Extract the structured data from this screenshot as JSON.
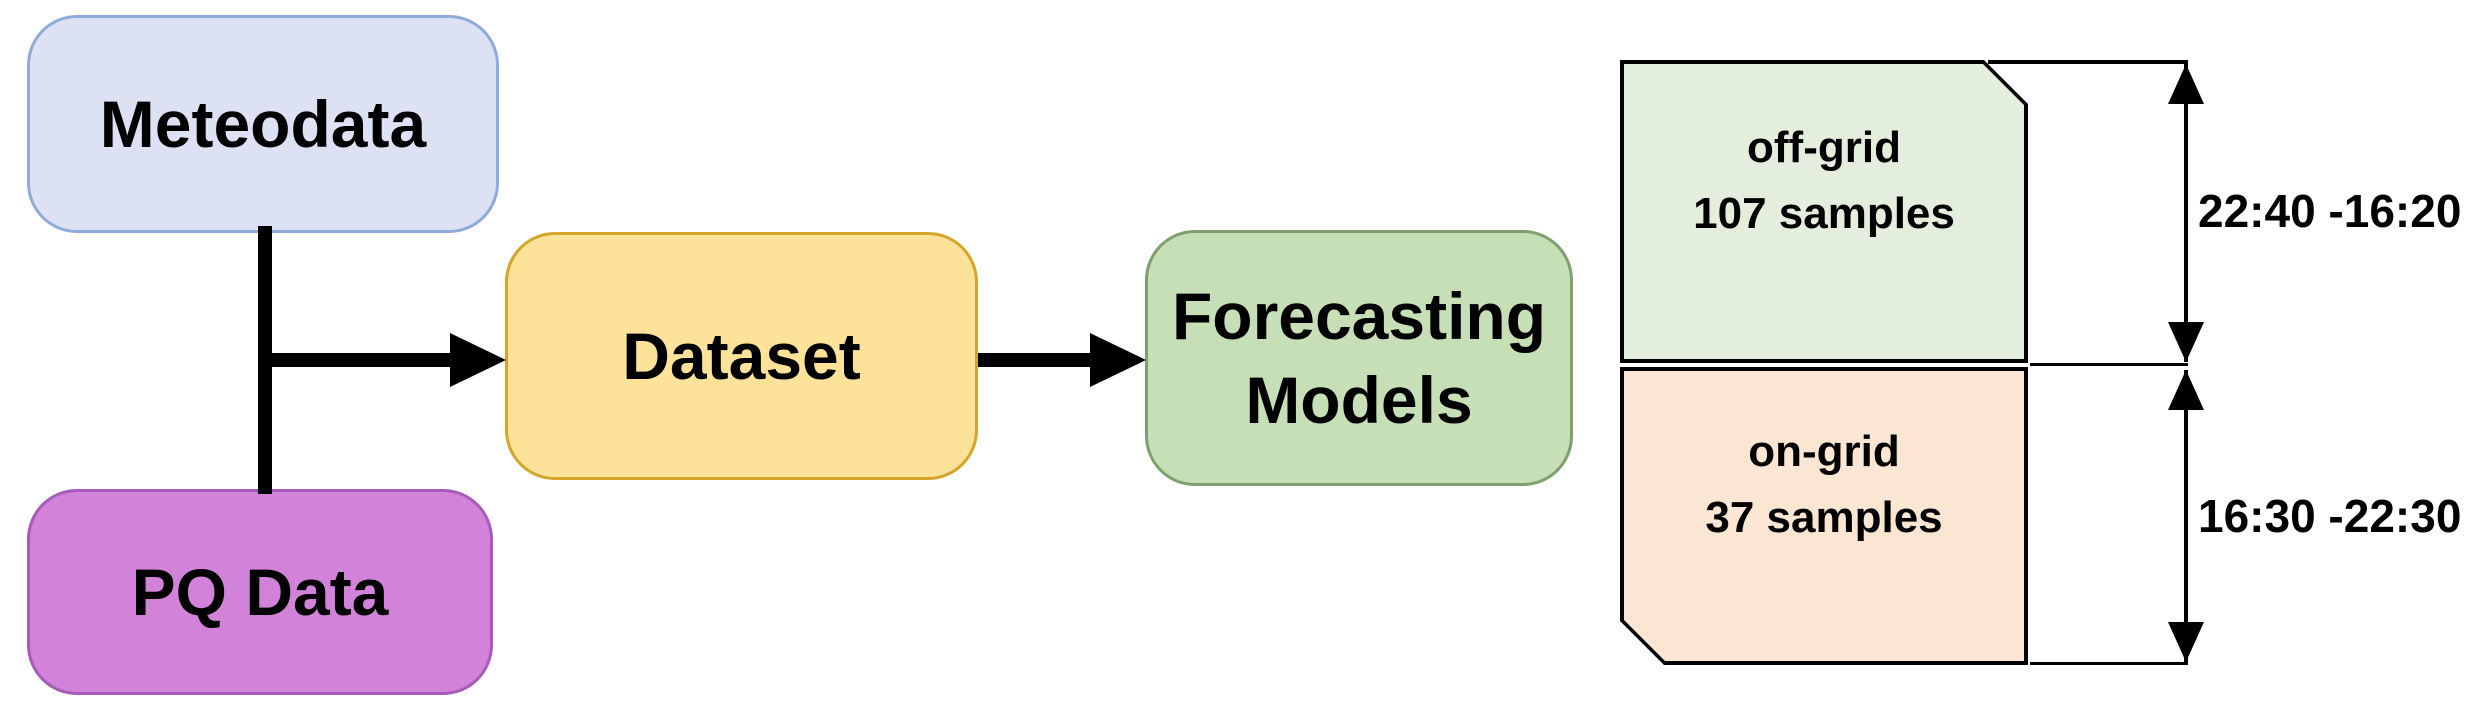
{
  "diagram": {
    "background": "#ffffff",
    "connector_color": "#000000",
    "nodes": {
      "meteodata": {
        "label": "Meteodata",
        "fill": "#dce2f4",
        "border": "#8faadc"
      },
      "pq_data": {
        "label": "PQ Data",
        "fill": "#d283d9",
        "border": "#a85abb"
      },
      "dataset": {
        "label": "Dataset",
        "fill": "#fde39a",
        "border": "#d4a52a"
      },
      "forecasting_models": {
        "label": "Forecasting Models",
        "fill": "#c6dfb7",
        "border": "#7e9f6e"
      }
    },
    "segments": {
      "off_grid": {
        "label": "off-grid",
        "samples": "107 samples",
        "range": "22:40 -16:20",
        "fill": "#e4eedc",
        "border": "#000000"
      },
      "on_grid": {
        "label": "on-grid",
        "samples": "37 samples",
        "range": "16:30 -22:30",
        "fill": "#fbe6d4",
        "border": "#000000"
      }
    }
  }
}
